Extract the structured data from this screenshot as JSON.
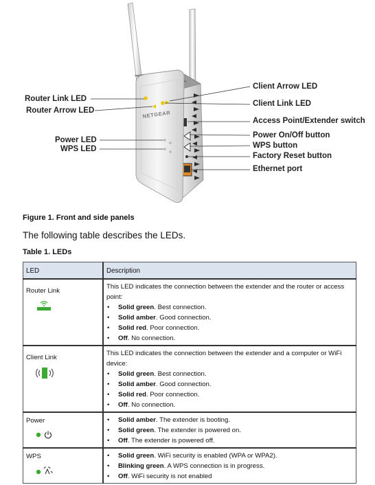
{
  "callouts": {
    "router_link_led": "Router Link LED",
    "router_arrow_led": "Router Arrow LED",
    "power_led": "Power LED",
    "wps_led": "WPS LED",
    "client_arrow_led": "Client Arrow LED",
    "client_link_led": "Client Link LED",
    "ap_extender_switch": "Access Point/Extender switch",
    "power_button": "Power On/Off button",
    "wps_button": "WPS button",
    "factory_reset_button": "Factory Reset button",
    "ethernet_port": "Ethernet port"
  },
  "device": {
    "brand": "NETGEAR"
  },
  "figure_caption": "Figure 1. Front and side panels",
  "intro": "The following table describes the LEDs.",
  "table_caption": "Table 1.  LEDs",
  "table": {
    "headers": {
      "led": "LED",
      "description": "Description"
    },
    "rows": [
      {
        "name": "Router Link",
        "icon": "router-link-led-icon",
        "intro": "This LED indicates the connection between the extender and the router or access point:",
        "bullets": [
          {
            "bold": "Solid green",
            "text": ". Best connection."
          },
          {
            "bold": "Solid amber",
            "text": ". Good connection."
          },
          {
            "bold": "Solid red",
            "text": ". Poor connection."
          },
          {
            "bold": "Off",
            "text": ". No connection."
          }
        ]
      },
      {
        "name": "Client Link",
        "icon": "client-link-led-icon",
        "intro": "This LED indicates the connection between the extender and a computer or WiFi device:",
        "bullets": [
          {
            "bold": "Solid green",
            "text": ". Best connection."
          },
          {
            "bold": "Solid amber",
            "text": ". Good connection."
          },
          {
            "bold": "Solid red",
            "text": ". Poor connection."
          },
          {
            "bold": "Off",
            "text": ". No connection."
          }
        ]
      },
      {
        "name": "Power",
        "icon": "power-led-icon",
        "intro": "",
        "bullets": [
          {
            "bold": "Solid amber",
            "text": ". The extender is booting."
          },
          {
            "bold": "Solid green",
            "text": ". The extender is powered on."
          },
          {
            "bold": "Off",
            "text": ". The extender is powered off."
          }
        ]
      },
      {
        "name": "WPS",
        "icon": "wps-led-icon",
        "intro": "",
        "bullets": [
          {
            "bold": "Solid green",
            "text": ". WiFi security is enabled (WPA or WPA2)."
          },
          {
            "bold": "Blinking green",
            "text": ". A WPS connection is in progress."
          },
          {
            "bold": "Off",
            "text": ". WiFi security is not enabled"
          }
        ]
      }
    ]
  },
  "colors": {
    "led_green": "#3aaa35",
    "led_amber": "#e8c800",
    "header_bg": "#dbe3ee"
  }
}
